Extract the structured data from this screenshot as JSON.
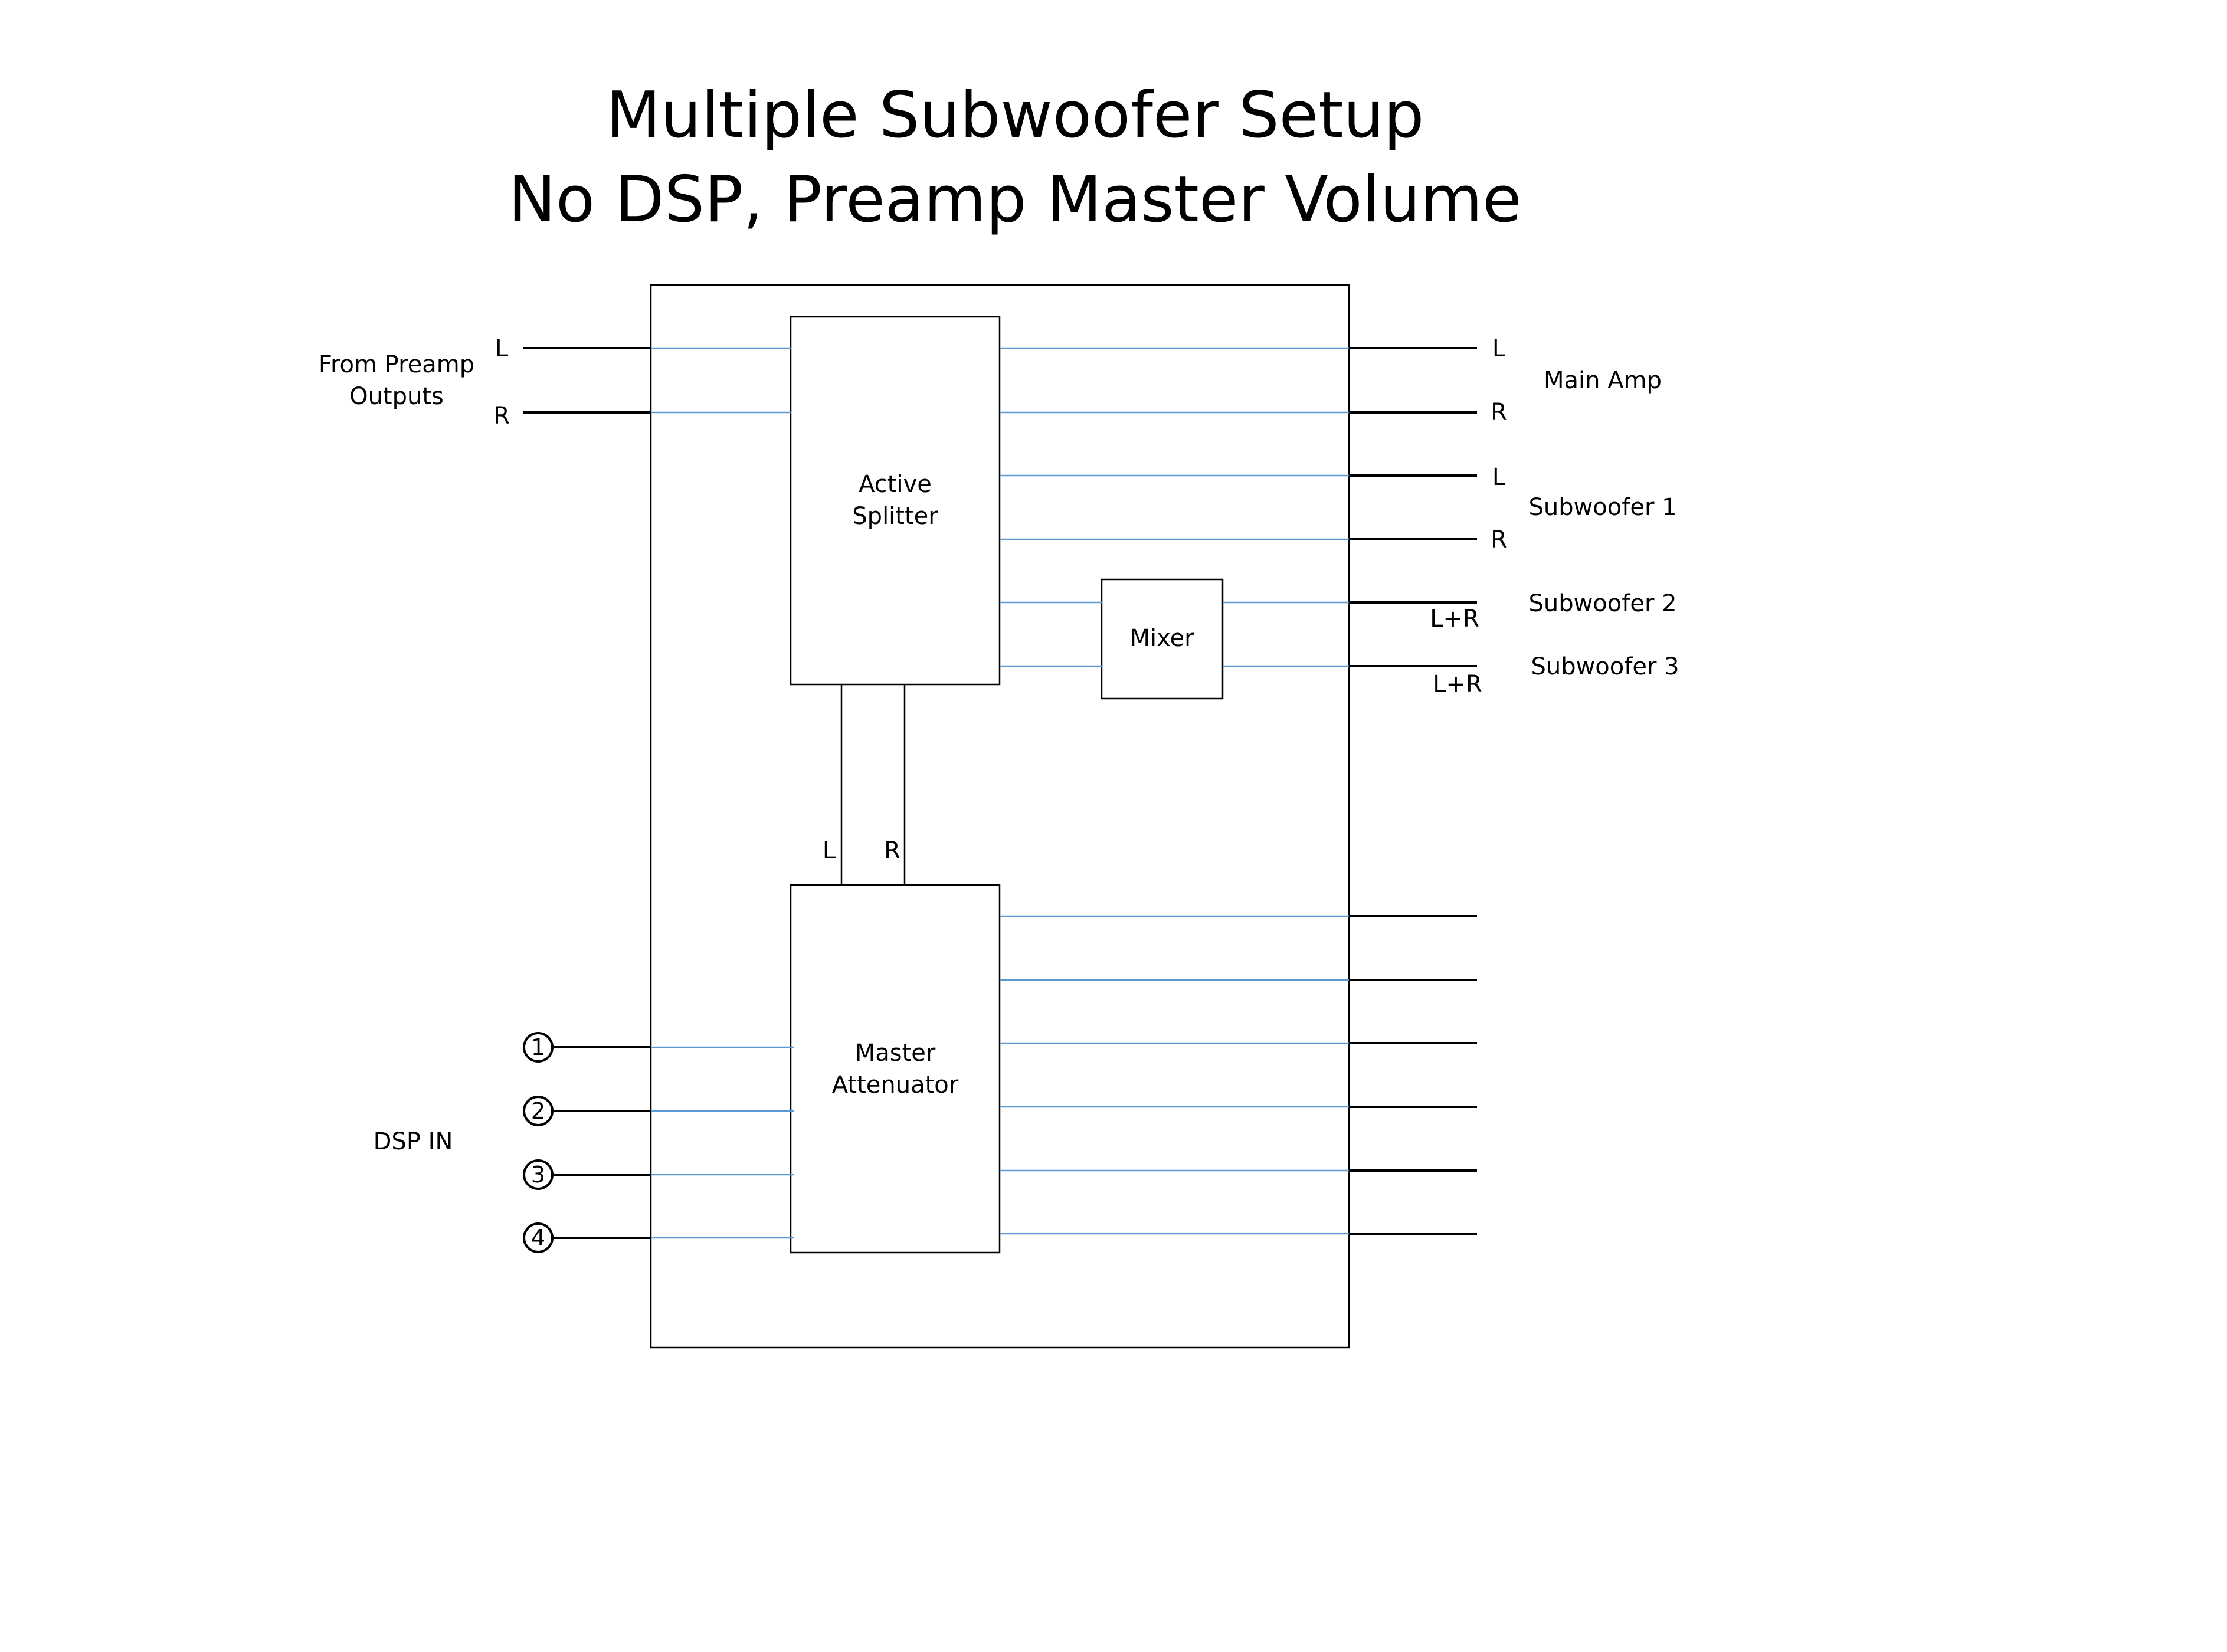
{
  "title": {
    "line1": "Multiple Subwoofer Setup",
    "line2": "No DSP, Preamp Master Volume"
  },
  "inputs": {
    "from_preamp_line1": "From Preamp",
    "from_preamp_line2": "Outputs",
    "left": "L",
    "right": "R",
    "dsp_in": "DSP IN",
    "dsp_pins": [
      "1",
      "2",
      "3",
      "4"
    ]
  },
  "blocks": {
    "splitter_line1": "Active",
    "splitter_line2": "Splitter",
    "mixer": "Mixer",
    "attenuator_line1": "Master",
    "attenuator_line2": "Attenuator",
    "link_left": "L",
    "link_right": "R"
  },
  "outputs": {
    "main_amp": "Main Amp",
    "main_left": "L",
    "main_right": "R",
    "sub1": "Subwoofer 1",
    "sub1_left": "L",
    "sub1_right": "R",
    "sub2": "Subwoofer 2",
    "sub2_channel": "L+R",
    "sub3": "Subwoofer 3",
    "sub3_channel": "L+R"
  },
  "colors": {
    "internal_wire": "#5b9bd5",
    "external_wire": "#000000"
  }
}
